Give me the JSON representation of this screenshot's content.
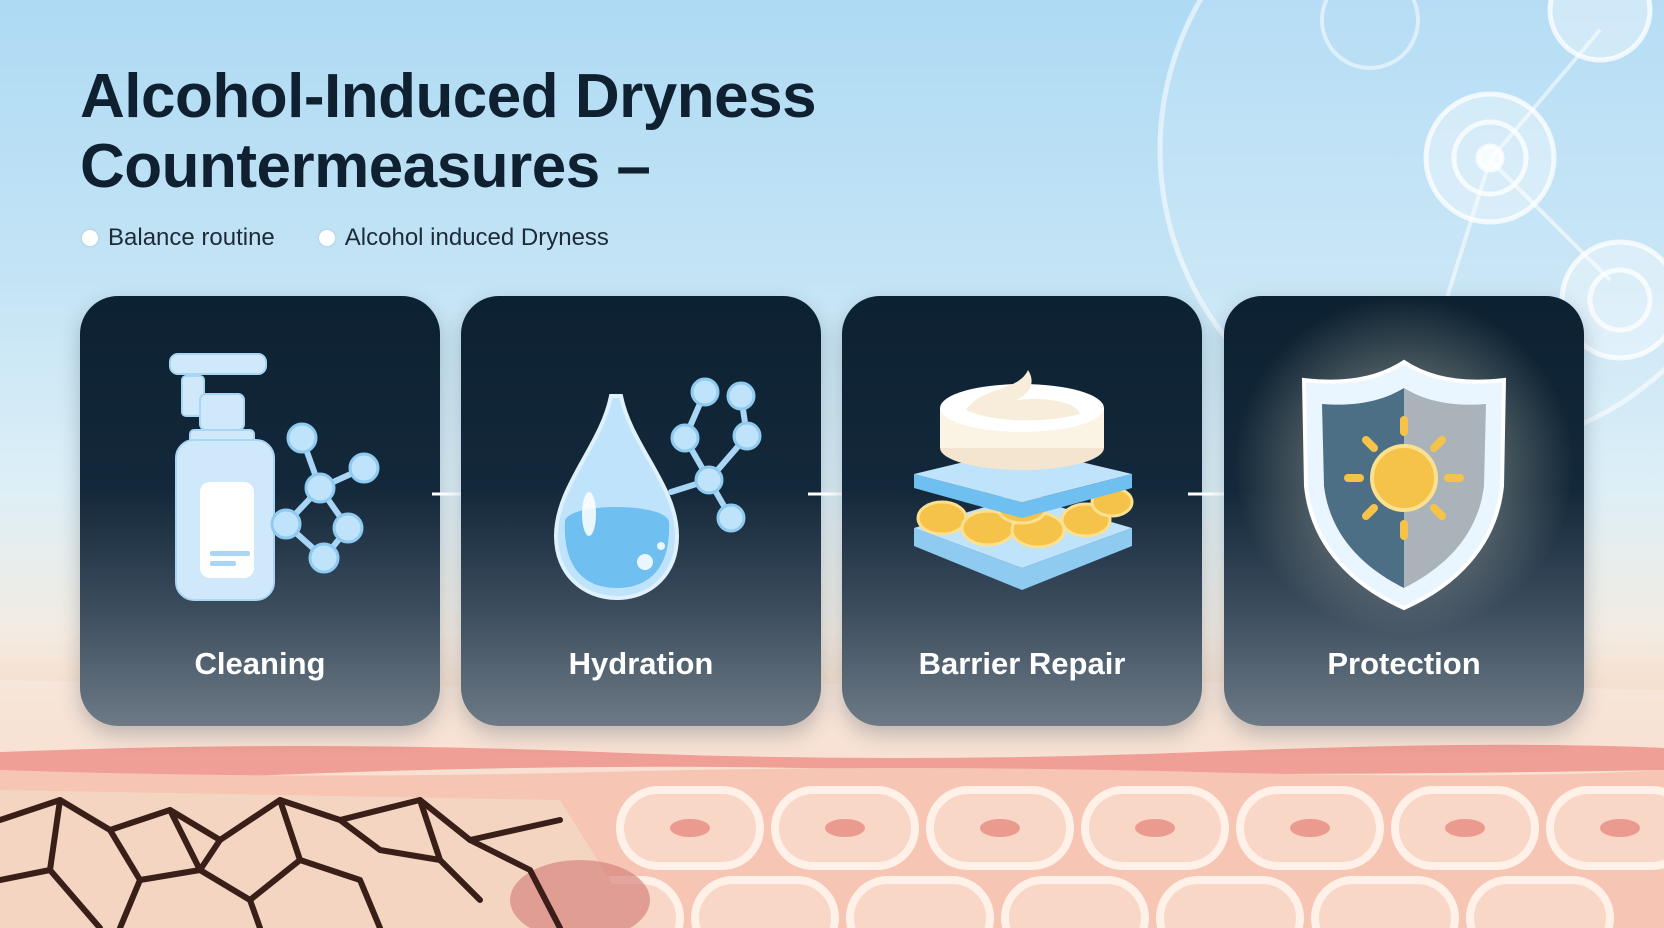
{
  "title": {
    "line1": "Alcohol-Induced Dryness",
    "line2": "Countermeasures –"
  },
  "tags": [
    "Balance routine",
    "Alcohol induced Dryness"
  ],
  "steps": [
    {
      "label": "Cleaning",
      "icon": "cleanser-bottle-icon"
    },
    {
      "label": "Hydration",
      "icon": "water-drop-icon"
    },
    {
      "label": "Barrier Repair",
      "icon": "barrier-cream-icon"
    },
    {
      "label": "Protection",
      "icon": "sun-shield-icon"
    }
  ],
  "colors": {
    "card_dark": "#0c2131",
    "icon_light_blue": "#cfe9fb",
    "water_blue": "#6fbff0",
    "sun_yellow": "#f5c24a",
    "skin_pink": "#f4a9a0"
  }
}
